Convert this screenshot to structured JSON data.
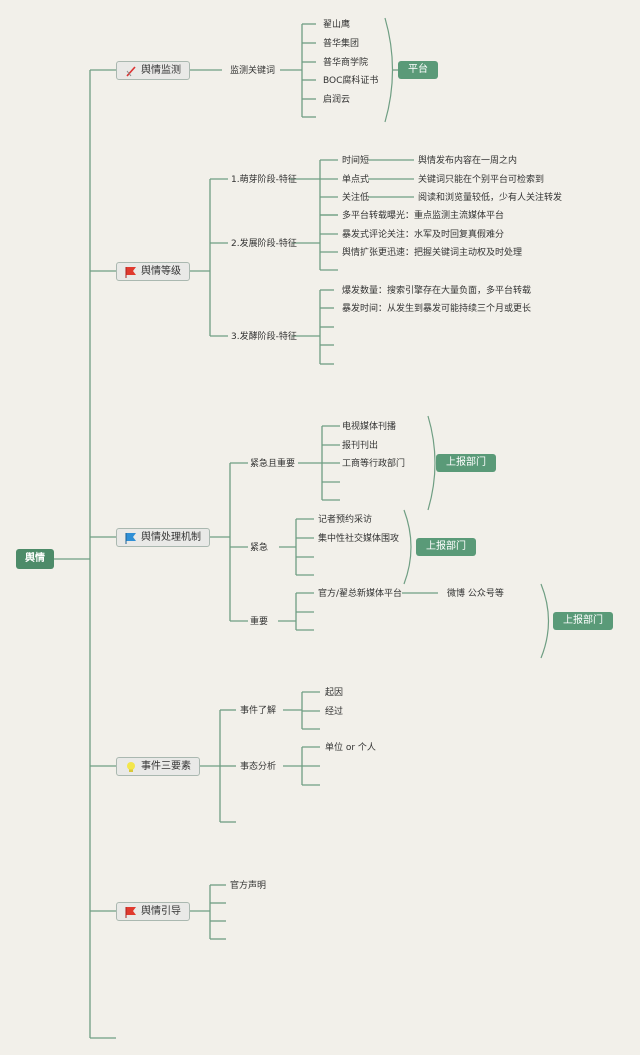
{
  "root": "舆情",
  "colors": {
    "line": "#6f9e83",
    "node_bg": "#e9e9e7",
    "root_bg": "#4d8b69",
    "tag_bg": "#5a9a78"
  },
  "branches": [
    {
      "label": "舆情监测",
      "icon": "pencil-icon",
      "sub": {
        "label": "监测关键词",
        "items": [
          "翟山鹰",
          "普华集团",
          "普华商学院",
          "BOC腐科证书",
          "启润云"
        ]
      },
      "tag": "平台"
    },
    {
      "label": "舆情等级",
      "icon": "red-flag-icon",
      "stages": [
        {
          "label": "1.萌芽阶段-特征",
          "items": [
            {
              "key": "时间短",
              "desc": "舆情发布内容在一周之内"
            },
            {
              "key": "单点式",
              "desc": "关键词只能在个别平台可检索到"
            },
            {
              "key": "关注低",
              "desc": "阅读和浏览量较低，少有人关注转发"
            }
          ]
        },
        {
          "label": "2.发展阶段-特征",
          "items": [
            "多平台转载曝光：重点监测主流媒体平台",
            "暴发式评论关注：水军及时回复真假难分",
            "舆情扩张更迅速：把握关键词主动权及时处理"
          ]
        },
        {
          "label": "3.发酵阶段-特征",
          "items": [
            "爆发数量：搜索引擎存在大量负面，多平台转载",
            "暴发时间：从发生到暴发可能持续三个月或更长"
          ]
        }
      ]
    },
    {
      "label": "舆情处理机制",
      "icon": "blue-flag-icon",
      "groups": [
        {
          "label": "紧急且重要",
          "items": [
            "电视媒体刊播",
            "报刊刊出",
            "工商等行政部门"
          ],
          "tag": "上报部门"
        },
        {
          "label": "紧急",
          "items": [
            "记者预约采访",
            "集中性社交媒体围攻"
          ],
          "tag": "上报部门"
        },
        {
          "label": "重要",
          "items": [
            "官方/翟总新媒体平台"
          ],
          "extra": "微博 公众号等",
          "tag": "上报部门"
        }
      ]
    },
    {
      "label": "事件三要素",
      "icon": "lightbulb-icon",
      "groups": [
        {
          "label": "事件了解",
          "items": [
            "起因",
            "经过"
          ]
        },
        {
          "label": "事态分析",
          "items": [
            "单位 or 个人"
          ]
        }
      ]
    },
    {
      "label": "舆情引导",
      "icon": "red-flag-icon",
      "items": [
        "官方声明"
      ]
    }
  ]
}
